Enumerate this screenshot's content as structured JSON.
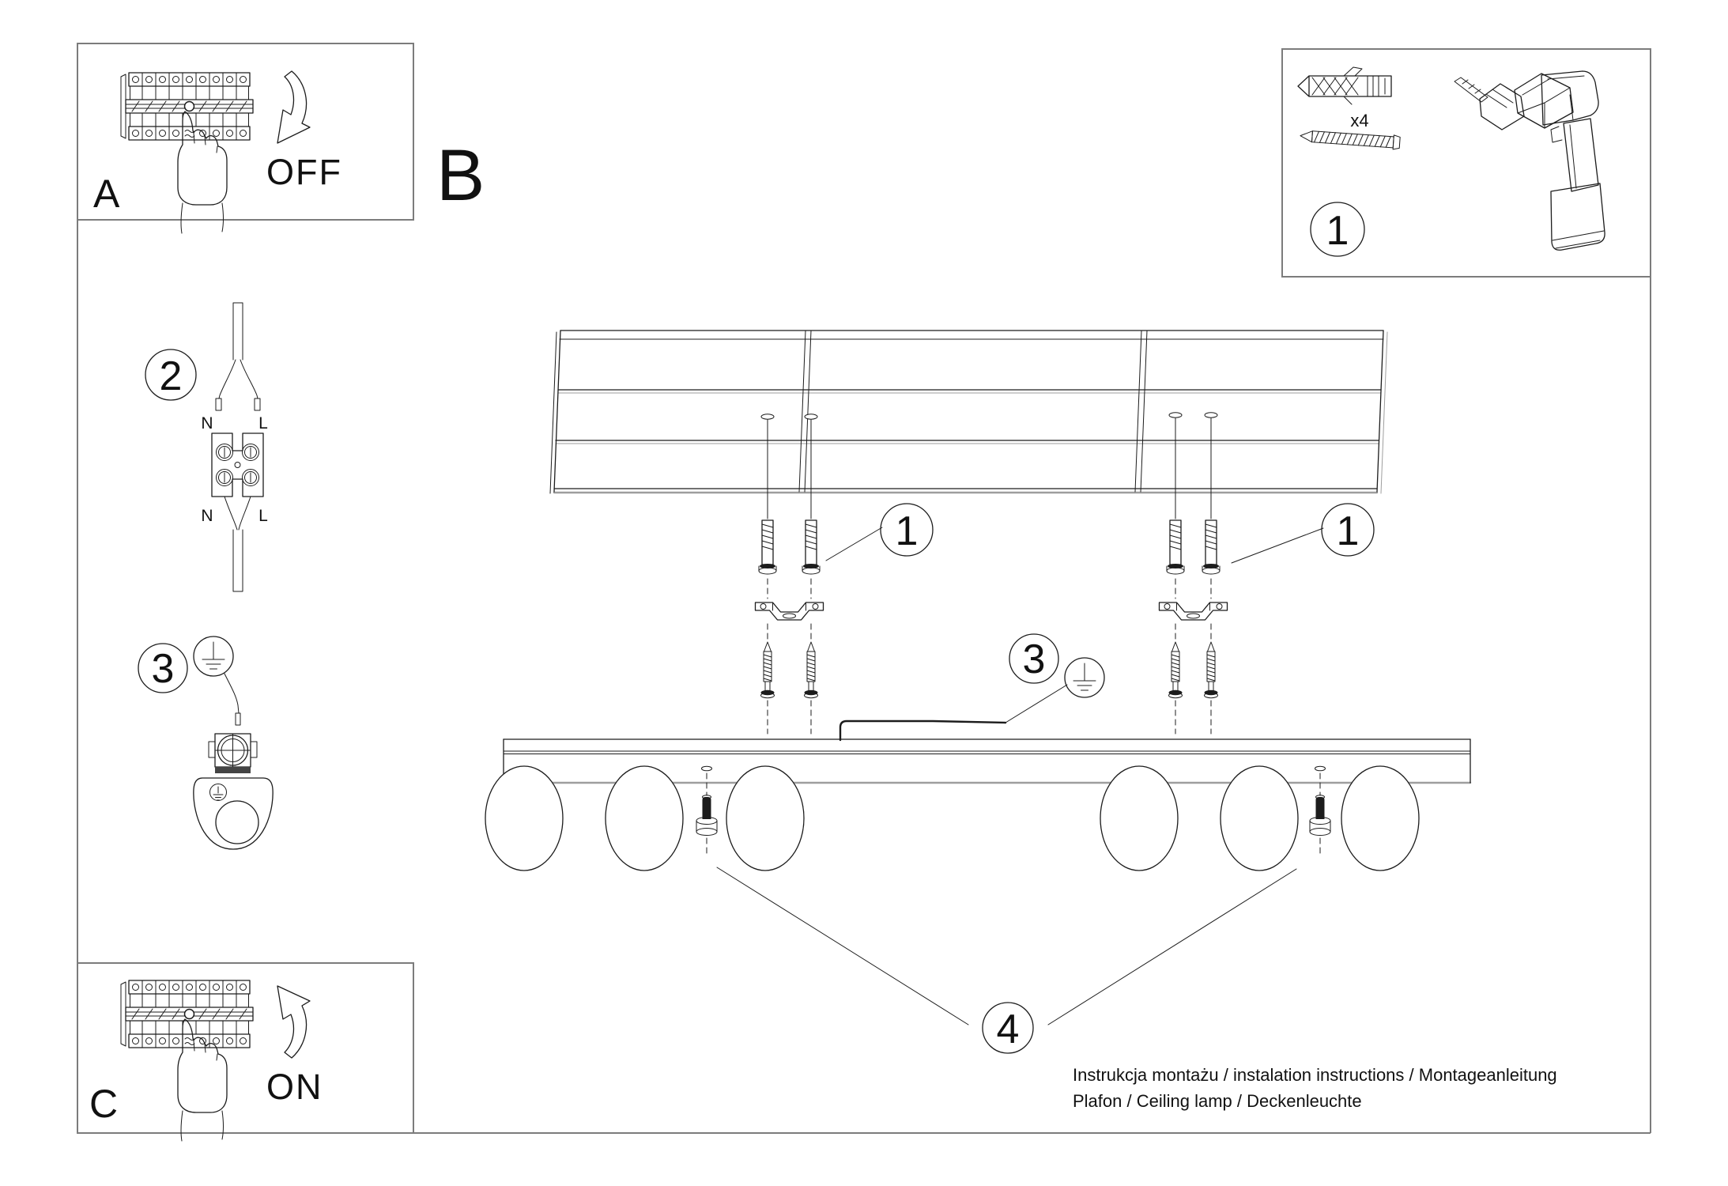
{
  "letters": {
    "a": "A",
    "b": "B",
    "c": "C"
  },
  "switch": {
    "off": "OFF",
    "on": "ON"
  },
  "kit": {
    "quantity": "x4"
  },
  "badges": {
    "one": "1",
    "two": "2",
    "three": "3",
    "four": "4"
  },
  "wiring": {
    "n": "N",
    "l": "L"
  },
  "footer": {
    "line1": "Instrukcja montażu / instalation instructions / Montageanleitung",
    "line2": "Plafon / Ceiling lamp / Deckenleuchte"
  },
  "colors": {
    "ink": "#1c1c1c",
    "frame": "#7c7c7c",
    "shade": "#9e9e9e",
    "background": "#ffffff"
  }
}
